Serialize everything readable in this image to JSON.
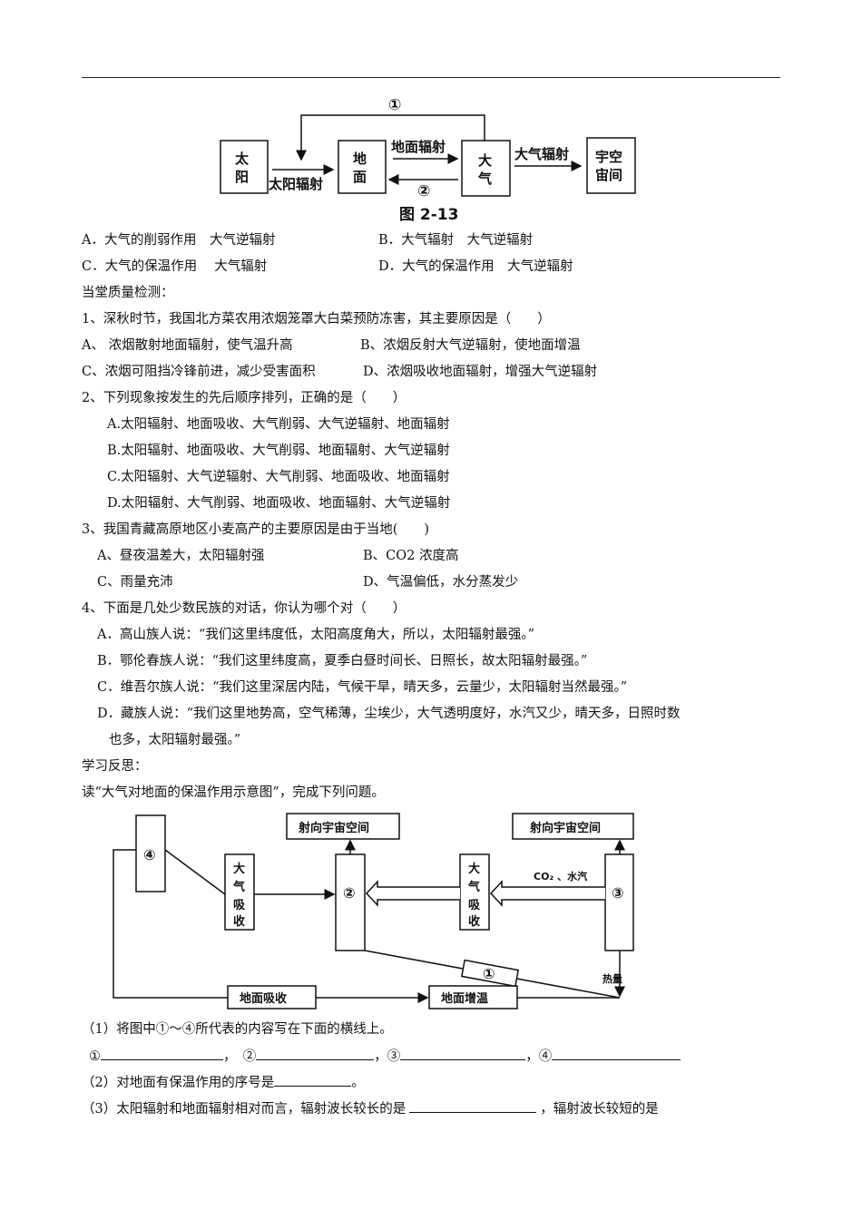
{
  "fig1": {
    "sun": [
      "太",
      "阳"
    ],
    "ground": [
      "地",
      "面"
    ],
    "atmos": [
      "大",
      "气"
    ],
    "space": [
      "宇空",
      "宙间"
    ],
    "solar_radiation": "太阳辐射",
    "ground_radiation": "地面辐射",
    "atmos_radiation": "大气辐射",
    "mark1": "①",
    "mark2": "②",
    "caption": "图 2-13"
  },
  "opts0": {
    "a": "A．大气的削弱作用　大气逆辐射",
    "b": "B．大气辐射　大气逆辐射",
    "c": "C．大气的保温作用　 大气辐射",
    "d": "D．大气的保温作用　大气逆辐射"
  },
  "section_check": "当堂质量检测：",
  "q1": {
    "stem": "1、深秋时节，我国北方菜农用浓烟笼罩大白菜预防冻害，其主要原因是（　　）",
    "a": "A、 浓烟散射地面辐射，使气温升高",
    "b": "B、浓烟反射大气逆辐射，使地面增温",
    "c": "C、浓烟可阻挡冷锋前进，减少受害面积",
    "d": "D、浓烟吸收地面辐射，增强大气逆辐射"
  },
  "q2": {
    "stem": "2、下列现象按发生的先后顺序排列，正确的是（　　）",
    "a": "A.太阳辐射、地面吸收、大气削弱、大气逆辐射、地面辐射",
    "b": "B.太阳辐射、地面吸收、大气削弱、地面辐射、大气逆辐射",
    "c": "C.太阳辐射、大气逆辐射、大气削弱、地面吸收、地面辐射",
    "d": "D.太阳辐射、大气削弱、地面吸收、地面辐射、大气逆辐射"
  },
  "q3": {
    "stem": "3、我国青藏高原地区小麦高产的主要原因是由于当地(　　)",
    "a": "A、昼夜温差大，太阳辐射强",
    "b": "B、CO2 浓度高",
    "c": "C、雨量充沛",
    "d": "D、气温偏低，水分蒸发少"
  },
  "q4": {
    "stem": "4、下面是几处少数民族的对话，你认为哪个对（　　）",
    "a": "A．高山族人说：“我们这里纬度低，太阳高度角大，所以，太阳辐射最强。”",
    "b": "B．鄂伦春族人说：“我们这里纬度高，夏季白昼时间长、日照长，故太阳辐射最强。”",
    "c": "C．维吾尔族人说：“我们这里深居内陆，气候干旱，晴天多，云量少，太阳辐射当然最强。”",
    "d": "D．藏族人说：“我们这里地势高，空气稀薄，尘埃少，大气透明度好，水汽又少，晴天多，日照时数",
    "d2": "也多，太阳辐射最强。”"
  },
  "section_reflect": "学习反思：",
  "read_stem": "读“大气对地面的保温作用示意图”，完成下列问题。",
  "fig2": {
    "to_space": "射向宇宙空间",
    "atm_absorb": [
      "大",
      "气",
      "吸",
      "收"
    ],
    "co2": "CO₂ 、水汽",
    "heat": "热量",
    "ground_absorb": "地面吸收",
    "ground_warm": "地面增温",
    "m1": "①",
    "m2": "②",
    "m3": "③",
    "m4": "④"
  },
  "sub1": {
    "stem": "（1）将图中①～④所代表的内容写在下面的横线上。",
    "l1": "①",
    "l2": "，　②",
    "l3": "，③",
    "l4": "，④"
  },
  "sub2": {
    "stem": "（2）对地面有保温作用的序号是",
    "end": "。"
  },
  "sub3": {
    "stem": "（3）太阳辐射和地面辐射相对而言，辐射波长较长的是",
    "mid": "，辐射波长较短的是"
  }
}
